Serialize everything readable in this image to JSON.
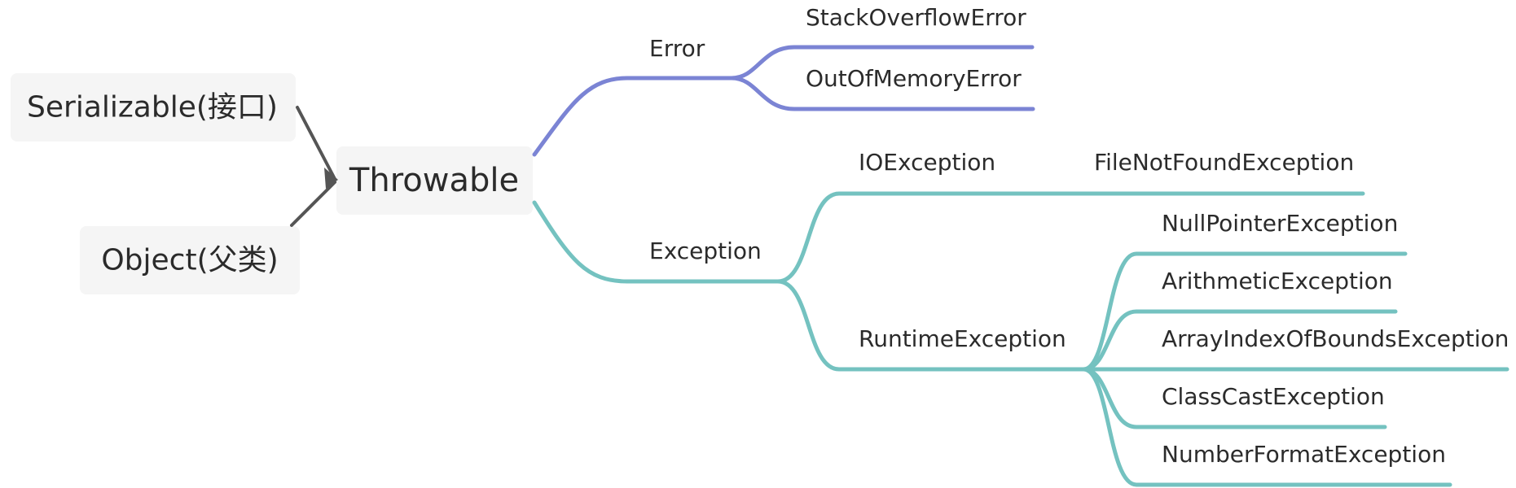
{
  "root": {
    "label": "Throwable"
  },
  "parents": [
    {
      "label": "Serializable(接口)"
    },
    {
      "label": "Object(父类)"
    }
  ],
  "branches": {
    "error": {
      "label": "Error",
      "color": "#7b84d4",
      "children": [
        "StackOverflowError",
        "OutOfMemoryError"
      ]
    },
    "exception": {
      "label": "Exception",
      "color": "#74c2c0",
      "io": {
        "label": "IOException",
        "children": [
          "FileNotFoundException"
        ]
      },
      "runtime": {
        "label": "RuntimeException",
        "children": [
          "NullPointerException",
          "ArithmeticException",
          "ArrayIndexOfBoundsException",
          "ClassCastException",
          "NumberFormatException"
        ]
      }
    }
  },
  "colors": {
    "node_fill": "#f5f5f5",
    "text": "#2b2b2b",
    "arrow": "#555555"
  }
}
